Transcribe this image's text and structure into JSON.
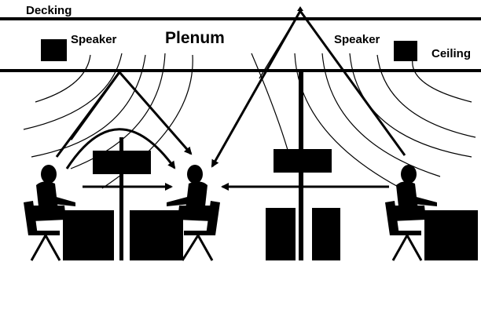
{
  "labels": {
    "decking": "Decking",
    "plenum": "Plenum",
    "ceiling": "Ceiling",
    "speaker_left": "Speaker",
    "speaker_right": "Speaker"
  },
  "colors": {
    "ink": "#000000",
    "background": "#ffffff"
  }
}
